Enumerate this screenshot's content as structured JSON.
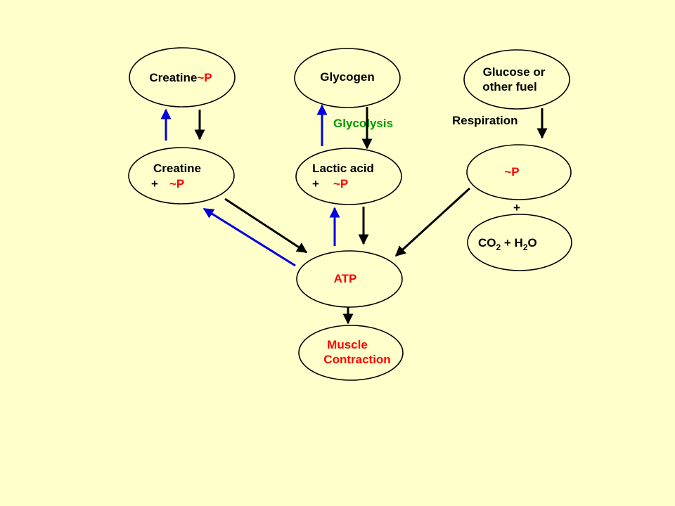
{
  "nodes": {
    "creatine_p": {
      "name": "Creatine",
      "mark": "~P"
    },
    "glycogen": {
      "label": "Glycogen"
    },
    "glucose": {
      "line1": "Glucose or",
      "line2": "other fuel"
    },
    "creatine": {
      "line1": "Creatine",
      "plus": "+",
      "mark": "~P"
    },
    "lactic_acid": {
      "line1": "Lactic acid",
      "plus": "+",
      "mark": "~P"
    },
    "phosphate": {
      "mark": "~P"
    },
    "co2_h2o": {
      "co": "CO",
      "co_sub": "2",
      "plus": " + H",
      "h_sub": "2",
      "o": "O"
    },
    "atp": {
      "label": "ATP"
    },
    "muscle": {
      "line1": "Muscle",
      "line2": "Contraction"
    }
  },
  "labels": {
    "glycolysis": "Glycolysis",
    "respiration": "Respiration",
    "plus_sign": "+"
  },
  "colors": {
    "background": "#ffffcc",
    "outline": "#000000",
    "black_arrow": "#000000",
    "blue_arrow": "#0000dd",
    "red_text": "#ff0000",
    "green_text": "#009900"
  }
}
